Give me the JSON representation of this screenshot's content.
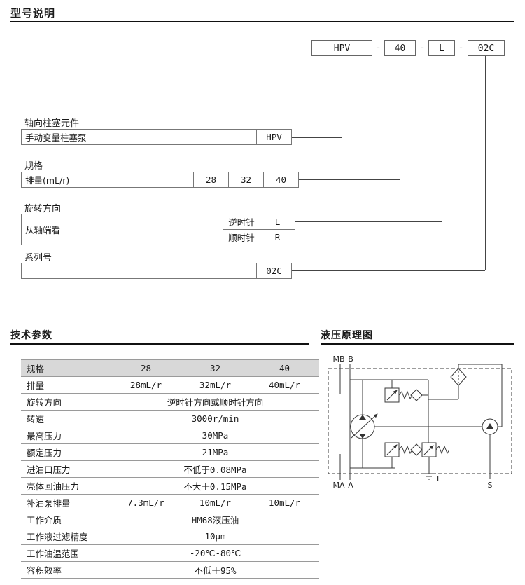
{
  "page": {
    "title": "型号说明",
    "tech_heading": "技术参数",
    "schematic_heading": "液压原理图"
  },
  "colors": {
    "table_header_bg": "#d8d8d8",
    "line_color": "#444444"
  },
  "model_code": {
    "part_name": "HPV",
    "dash1": "-",
    "displacement": "40",
    "dash2": "-",
    "rotation": "L",
    "dash3": "-",
    "series": "02C"
  },
  "sections": {
    "element": {
      "label": "轴向柱塞元件",
      "desc": "手动变量柱塞泵",
      "code": "HPV"
    },
    "spec": {
      "label": "规格",
      "row_label": "排量(mL/r)",
      "values": [
        "28",
        "32",
        "40"
      ]
    },
    "rotation": {
      "label": "旋转方向",
      "row_label": "从轴端看",
      "options": [
        {
          "dir": "逆时针",
          "code": "L"
        },
        {
          "dir": "顺时针",
          "code": "R"
        }
      ]
    },
    "series": {
      "label": "系列号",
      "code": "02C"
    }
  },
  "tech": {
    "rows": [
      {
        "label": "规格",
        "values": [
          "28",
          "32",
          "40"
        ]
      },
      {
        "label": "排量",
        "values": [
          "28mL/r",
          "32mL/r",
          "40mL/r"
        ]
      },
      {
        "label": "旋转方向",
        "span": "逆时针方向或顺时针方向"
      },
      {
        "label": "转速",
        "span": "3000r/min"
      },
      {
        "label": "最高压力",
        "span": "30MPa"
      },
      {
        "label": "额定压力",
        "span": "21MPa"
      },
      {
        "label": "进油口压力",
        "span": "不低于0.08MPa"
      },
      {
        "label": "壳体回油压力",
        "span": "不大于0.15MPa"
      },
      {
        "label": "补油泵排量",
        "values": [
          "7.3mL/r",
          "10mL/r",
          "10mL/r"
        ]
      },
      {
        "label": "工作介质",
        "span": "HM68液压油"
      },
      {
        "label": "工作液过滤精度",
        "span": "10μm"
      },
      {
        "label": "工作油温范围",
        "span": "-20℃-80℃"
      },
      {
        "label": "容积效率",
        "span": "不低于95%"
      }
    ]
  },
  "schematic": {
    "labels": {
      "mb": "MB",
      "b": "B",
      "ma": "MA",
      "a": "A",
      "l": "L",
      "s": "S"
    }
  }
}
